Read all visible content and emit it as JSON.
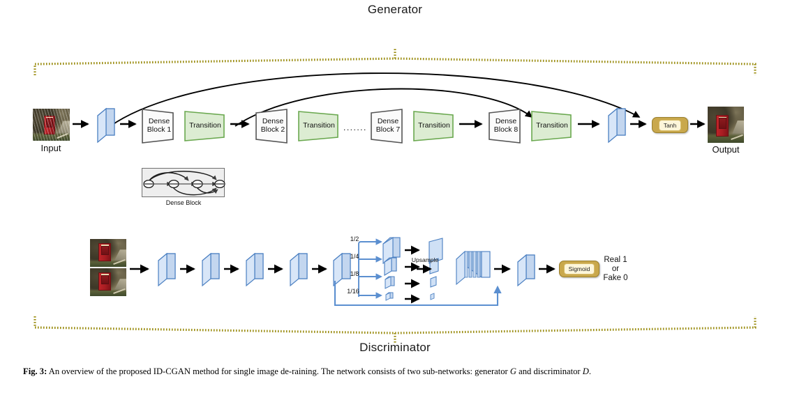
{
  "figure": {
    "generator_title": "Generator",
    "discriminator_title": "Discriminator",
    "caption_prefix": "Fig. 3:",
    "caption_part1": " An overview of the proposed ID-CGAN method for single image de-raining. The network consists of two sub-networks: generator ",
    "caption_g": "G",
    "caption_part2": " and discriminator ",
    "caption_d": "D",
    "caption_end": "."
  },
  "colors": {
    "bracket": "#9a8c10",
    "dense_border": "#555555",
    "dense_fill": "#fbfbfb",
    "transition_border": "#6aa84f",
    "transition_fill": "#dcecd2",
    "slab_face": "#cfe0f5",
    "slab_side": "#b6cdea",
    "slab_border": "#4a7fc1",
    "activation_border": "#c9a84c",
    "activation_fill": "#fdf6da",
    "arrow": "#000000",
    "skip_blue": "#5b8fd0",
    "inset_fill": "#eeeeee"
  },
  "generator": {
    "input_label": "Input",
    "output_label": "Output",
    "blocks": [
      {
        "type": "dense",
        "label": "Dense\nBlock 1"
      },
      {
        "type": "transition",
        "label": "Transition"
      },
      {
        "type": "dense",
        "label": "Dense\nBlock 2"
      },
      {
        "type": "transition",
        "label": "Transition"
      },
      {
        "type": "ellipsis",
        "label": "......."
      },
      {
        "type": "dense",
        "label": "Dense\nBlock 7"
      },
      {
        "type": "transition",
        "label": "Transition"
      },
      {
        "type": "dense",
        "label": "Dense\nBlock 8"
      },
      {
        "type": "transition",
        "label": "Transition"
      }
    ],
    "dense_block_1_line1": "Dense",
    "dense_block_1_line2": "Block 1",
    "dense_block_2_line1": "Dense",
    "dense_block_2_line2": "Block 2",
    "dense_block_7_line1": "Dense",
    "dense_block_7_line2": "Block 7",
    "dense_block_8_line1": "Dense",
    "dense_block_8_line2": "Block 8",
    "transition_label": "Transition",
    "ellipsis": ".......",
    "activation": "Tanh",
    "skip_connections": 2
  },
  "dense_block_inset": {
    "caption": "Dense Block",
    "node_count": 4,
    "skip_arcs": 4
  },
  "discriminator": {
    "conv_slab_count": 5,
    "scales": [
      "1/2",
      "1/4",
      "1/8",
      "1/16"
    ],
    "upsample_label": "Upsample",
    "activation": "Sigmoid",
    "output_line1": "Real 1",
    "output_line2": "or",
    "output_line3": "Fake 0"
  }
}
